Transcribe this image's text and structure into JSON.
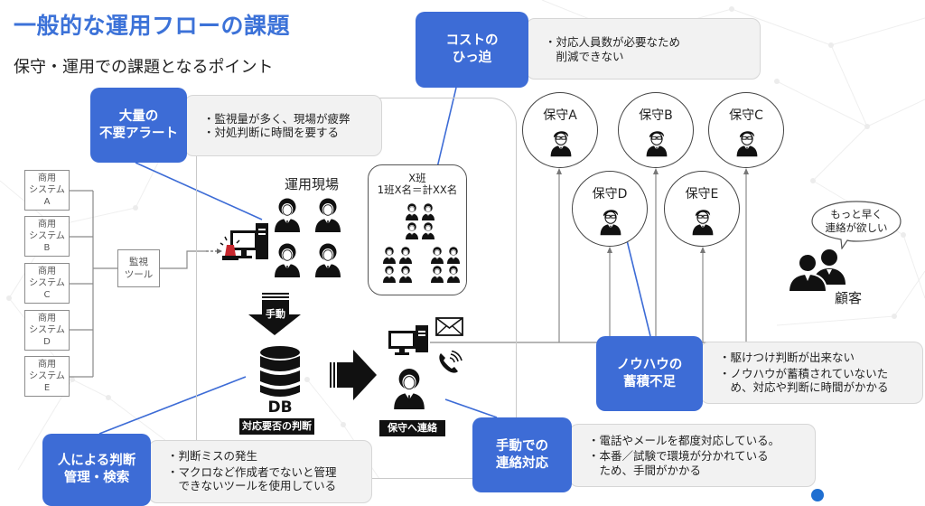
{
  "header": {
    "title": "一般的な運用フローの課題",
    "subtitle": "保守・運用での課題となるポイント"
  },
  "colors": {
    "accent": "#3d6cd6",
    "title": "#3c72d8",
    "callout_bg": "#f2f2f2",
    "connector": "#3d6cd6"
  },
  "issues": {
    "alerts": {
      "label": "大量の\n不要アラート",
      "bullets": [
        "・監視量が多く、現場が疲弊",
        "・対処判断に時間を要する"
      ]
    },
    "cost": {
      "label": "コストの\nひっ迫",
      "bullets": [
        "・対応人員数が必要なため\n削減できない"
      ]
    },
    "human": {
      "label": "人による判断\n管理・検索",
      "bullets": [
        "・判断ミスの発生",
        "・マクロなど作成者でないと管理\nできないツールを使用している"
      ]
    },
    "manual": {
      "label": "手動での\n連絡対応",
      "bullets": [
        "・電話やメールを都度対応している。",
        "・本番／試験で環境が分かれている\nため、手間がかかる"
      ]
    },
    "knowhow": {
      "label": "ノウハウの\n蓄積不足",
      "bullets": [
        "・駆けつけ判断が出来ない",
        "・ノウハウが蓄積されていないた\nめ、対応や判断に時間がかかる"
      ]
    }
  },
  "flow": {
    "systems": [
      "商用\nシステム\nA",
      "商用\nシステム\nB",
      "商用\nシステム\nC",
      "商用\nシステム\nD",
      "商用\nシステム\nE"
    ],
    "monitor_tool": "監視\nツール",
    "ops_site": "運用現場",
    "team": {
      "name": "X班",
      "detail": "1班X名＝計XX名"
    },
    "manual_arrow": "手動",
    "db_label": "DB",
    "db_caption": "対応要否の判断",
    "contact_caption": "保守へ連絡"
  },
  "maintainers": [
    "保守A",
    "保守B",
    "保守C",
    "保守D",
    "保守E"
  ],
  "customer": {
    "speech": "もっと早く\n連絡が欲しい",
    "label": "顧客"
  }
}
